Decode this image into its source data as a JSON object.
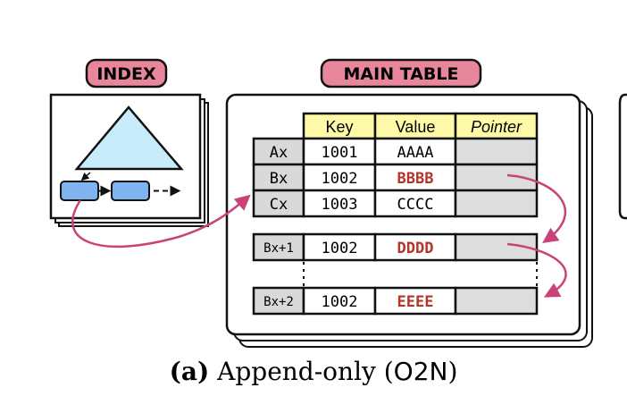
{
  "labels": {
    "index": "INDEX",
    "main_table": "MAIN TABLE"
  },
  "table": {
    "headers": [
      "Key",
      "Value",
      "Pointer"
    ],
    "rows": [
      {
        "id": "Ax",
        "key": "1001",
        "value": "AAAA"
      },
      {
        "id": "Bx",
        "key": "1002",
        "value": "BBBB"
      },
      {
        "id": "Cx",
        "key": "1003",
        "value": "CCCC"
      },
      {
        "id": "Bx+1",
        "key": "1002",
        "value": "DDDD"
      },
      {
        "id": "Bx+2",
        "key": "1002",
        "value": "EEEE"
      }
    ]
  },
  "caption": {
    "prefix": "(a)",
    "text": "Append-only (",
    "mono": "O2N",
    "suffix": ")"
  },
  "colors": {
    "label_fill": "#e8879c",
    "header_fill": "#fffaa8",
    "triangle_fill": "#c9ecfb",
    "node_fill": "#7fb4f0",
    "id_cell_fill": "#d9d9d9",
    "pointer_fill": "#dddddd",
    "highlight_text": "#b5342c",
    "arrow": "#c9427a"
  }
}
